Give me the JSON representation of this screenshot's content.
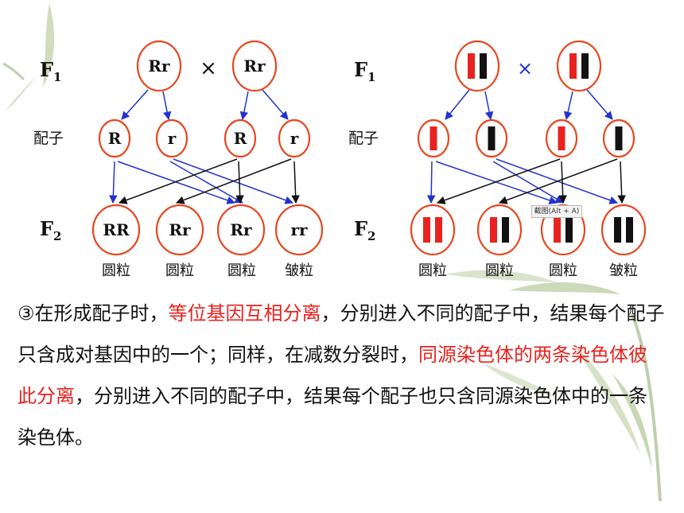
{
  "left_diagram": {
    "gen_f1": "F",
    "gen_f1_sub": "1",
    "gen_gamete": "配子",
    "gen_f2": "F",
    "gen_f2_sub": "2",
    "cross_symbol": "×",
    "parents": [
      "Rr",
      "Rr"
    ],
    "gametes": [
      "R",
      "r",
      "R",
      "r"
    ],
    "offspring": [
      "RR",
      "Rr",
      "Rr",
      "rr"
    ],
    "phenotypes": [
      "圆粒",
      "圆粒",
      "圆粒",
      "皱粒"
    ]
  },
  "right_diagram": {
    "gen_f1": "F",
    "gen_f1_sub": "1",
    "gen_gamete": "配子",
    "gen_f2": "F",
    "gen_f2_sub": "2",
    "cross_symbol": "×",
    "phenotypes": [
      "圆粒",
      "圆粒",
      "圆粒",
      "皱粒"
    ]
  },
  "tooltip": "截图(Alt + A)",
  "paragraph": {
    "p1": "③在形成配子时，",
    "p2": "等位基因互相分离",
    "p3": "，分别进入不同的配子中，结果每个配子只含成对基因中的一个；同样，在减数分裂时，",
    "p4": "同源染色体的两条染色体彼此分离",
    "p5": "，分别进入不同的配子中，结果每个配子也只含同源染色体中的一条染色体。"
  },
  "colors": {
    "circle_stroke": "#e8461e",
    "arrow_blue": "#2233cc",
    "arrow_black": "#111111",
    "chrom_red": "#e8231f",
    "chrom_black": "#111111",
    "highlight_red": "#e8231f"
  }
}
